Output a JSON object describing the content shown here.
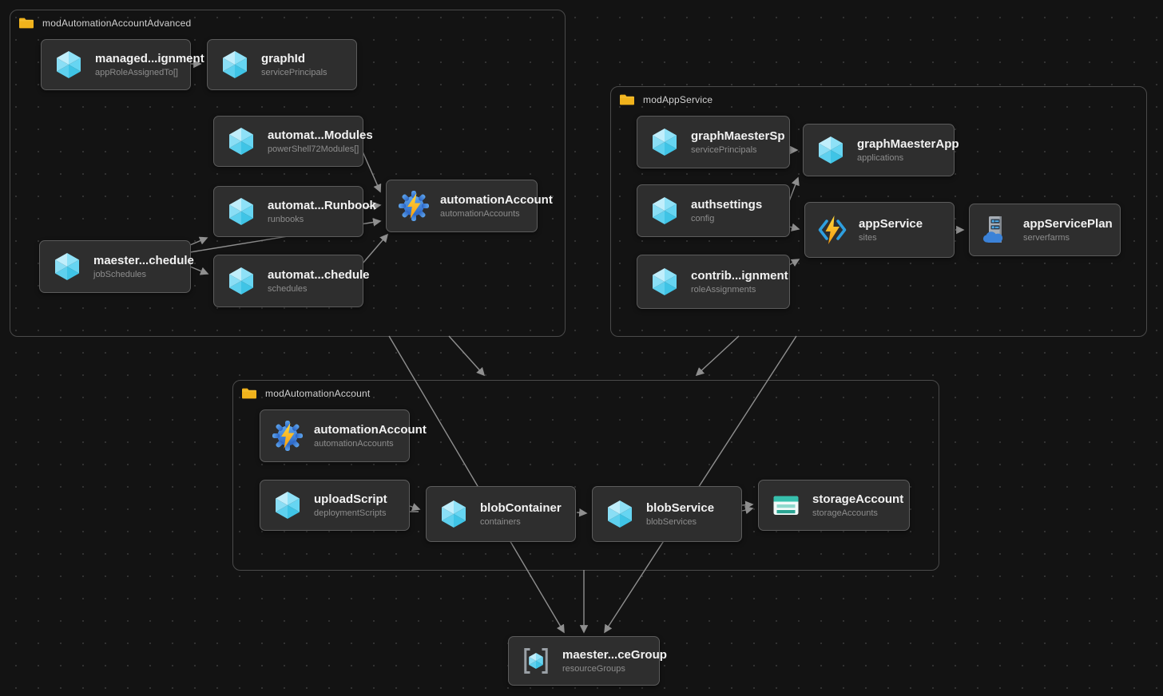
{
  "diagram": {
    "tool": "bicep-module-visualizer",
    "colors": {
      "background": "#131313",
      "node_background": "#2e2e2e",
      "edge": "#8f8f8f",
      "folder": "#f1b31c",
      "cube_accent": "#50cdf0",
      "gear_blue": "#3b7fd4",
      "bolt_yellow": "#ffc93d",
      "storage_teal": "#37c0ad"
    }
  },
  "groups": [
    {
      "label": "modAutomationAccountAdvanced"
    },
    {
      "label": "modAppService"
    },
    {
      "label": "modAutomationAccount"
    }
  ],
  "nodes": {
    "managedAssignment": {
      "title": "managed...ignment",
      "subtitle": "appRoleAssignedTo[]",
      "icon": "azure-cube"
    },
    "graphId": {
      "title": "graphId",
      "subtitle": "servicePrincipals",
      "icon": "azure-cube"
    },
    "automationModules": {
      "title": "automat...Modules",
      "subtitle": "powerShell72Modules[]",
      "icon": "azure-cube"
    },
    "automationRunbook": {
      "title": "automat...Runbook",
      "subtitle": "runbooks",
      "icon": "azure-cube"
    },
    "maesterSchedule": {
      "title": "maester...chedule",
      "subtitle": "jobSchedules",
      "icon": "azure-cube"
    },
    "automationSchedule": {
      "title": "automat...chedule",
      "subtitle": "schedules",
      "icon": "azure-cube"
    },
    "automationAccountAdv": {
      "title": "automationAccount",
      "subtitle": "automationAccounts",
      "icon": "automation-gear-bolt"
    },
    "graphMaesterSp": {
      "title": "graphMaesterSp",
      "subtitle": "servicePrincipals",
      "icon": "azure-cube"
    },
    "graphMaesterApp": {
      "title": "graphMaesterApp",
      "subtitle": "applications",
      "icon": "azure-cube"
    },
    "authsettings": {
      "title": "authsettings",
      "subtitle": "config",
      "icon": "azure-cube"
    },
    "appService": {
      "title": "appService",
      "subtitle": "sites",
      "icon": "code-brackets-bolt"
    },
    "appServicePlan": {
      "title": "appServicePlan",
      "subtitle": "serverfarms",
      "icon": "server-cloud"
    },
    "contribAssignment": {
      "title": "contrib...ignment",
      "subtitle": "roleAssignments",
      "icon": "azure-cube"
    },
    "automationAccount": {
      "title": "automationAccount",
      "subtitle": "automationAccounts",
      "icon": "automation-gear-bolt"
    },
    "uploadScript": {
      "title": "uploadScript",
      "subtitle": "deploymentScripts",
      "icon": "azure-cube"
    },
    "blobContainer": {
      "title": "blobContainer",
      "subtitle": "containers",
      "icon": "azure-cube"
    },
    "blobService": {
      "title": "blobService",
      "subtitle": "blobServices",
      "icon": "azure-cube"
    },
    "storageAccount": {
      "title": "storageAccount",
      "subtitle": "storageAccounts",
      "icon": "storage-table"
    },
    "maesterResourceGroup": {
      "title": "maester...ceGroup",
      "subtitle": "resourceGroups",
      "icon": "resource-group-brackets"
    }
  },
  "edges": [
    {
      "from": "managedAssignment",
      "to": "graphId"
    },
    {
      "from": "automationModules",
      "to": "automationAccountAdv"
    },
    {
      "from": "automationRunbook",
      "to": "automationAccountAdv"
    },
    {
      "from": "maesterSchedule",
      "to": "automationRunbook"
    },
    {
      "from": "maesterSchedule",
      "to": "automationAccountAdv"
    },
    {
      "from": "maesterSchedule",
      "to": "automationSchedule"
    },
    {
      "from": "automationSchedule",
      "to": "automationAccountAdv"
    },
    {
      "from": "graphMaesterSp",
      "to": "graphMaesterApp"
    },
    {
      "from": "authsettings",
      "to": "graphMaesterApp"
    },
    {
      "from": "authsettings",
      "to": "appService"
    },
    {
      "from": "contribAssignment",
      "to": "appService"
    },
    {
      "from": "appService",
      "to": "appServicePlan"
    },
    {
      "from": "uploadScript",
      "to": "blobContainer"
    },
    {
      "from": "blobContainer",
      "to": "blobService"
    },
    {
      "from": "blobService",
      "to": "storageAccount"
    },
    {
      "from": "modAutomationAccountAdvanced",
      "to": "modAutomationAccount"
    },
    {
      "from": "modAppService",
      "to": "modAutomationAccount"
    },
    {
      "from": "modAutomationAccountAdvanced",
      "to": "maesterResourceGroup"
    },
    {
      "from": "modAppService",
      "to": "maesterResourceGroup"
    },
    {
      "from": "modAutomationAccount",
      "to": "maesterResourceGroup"
    }
  ]
}
